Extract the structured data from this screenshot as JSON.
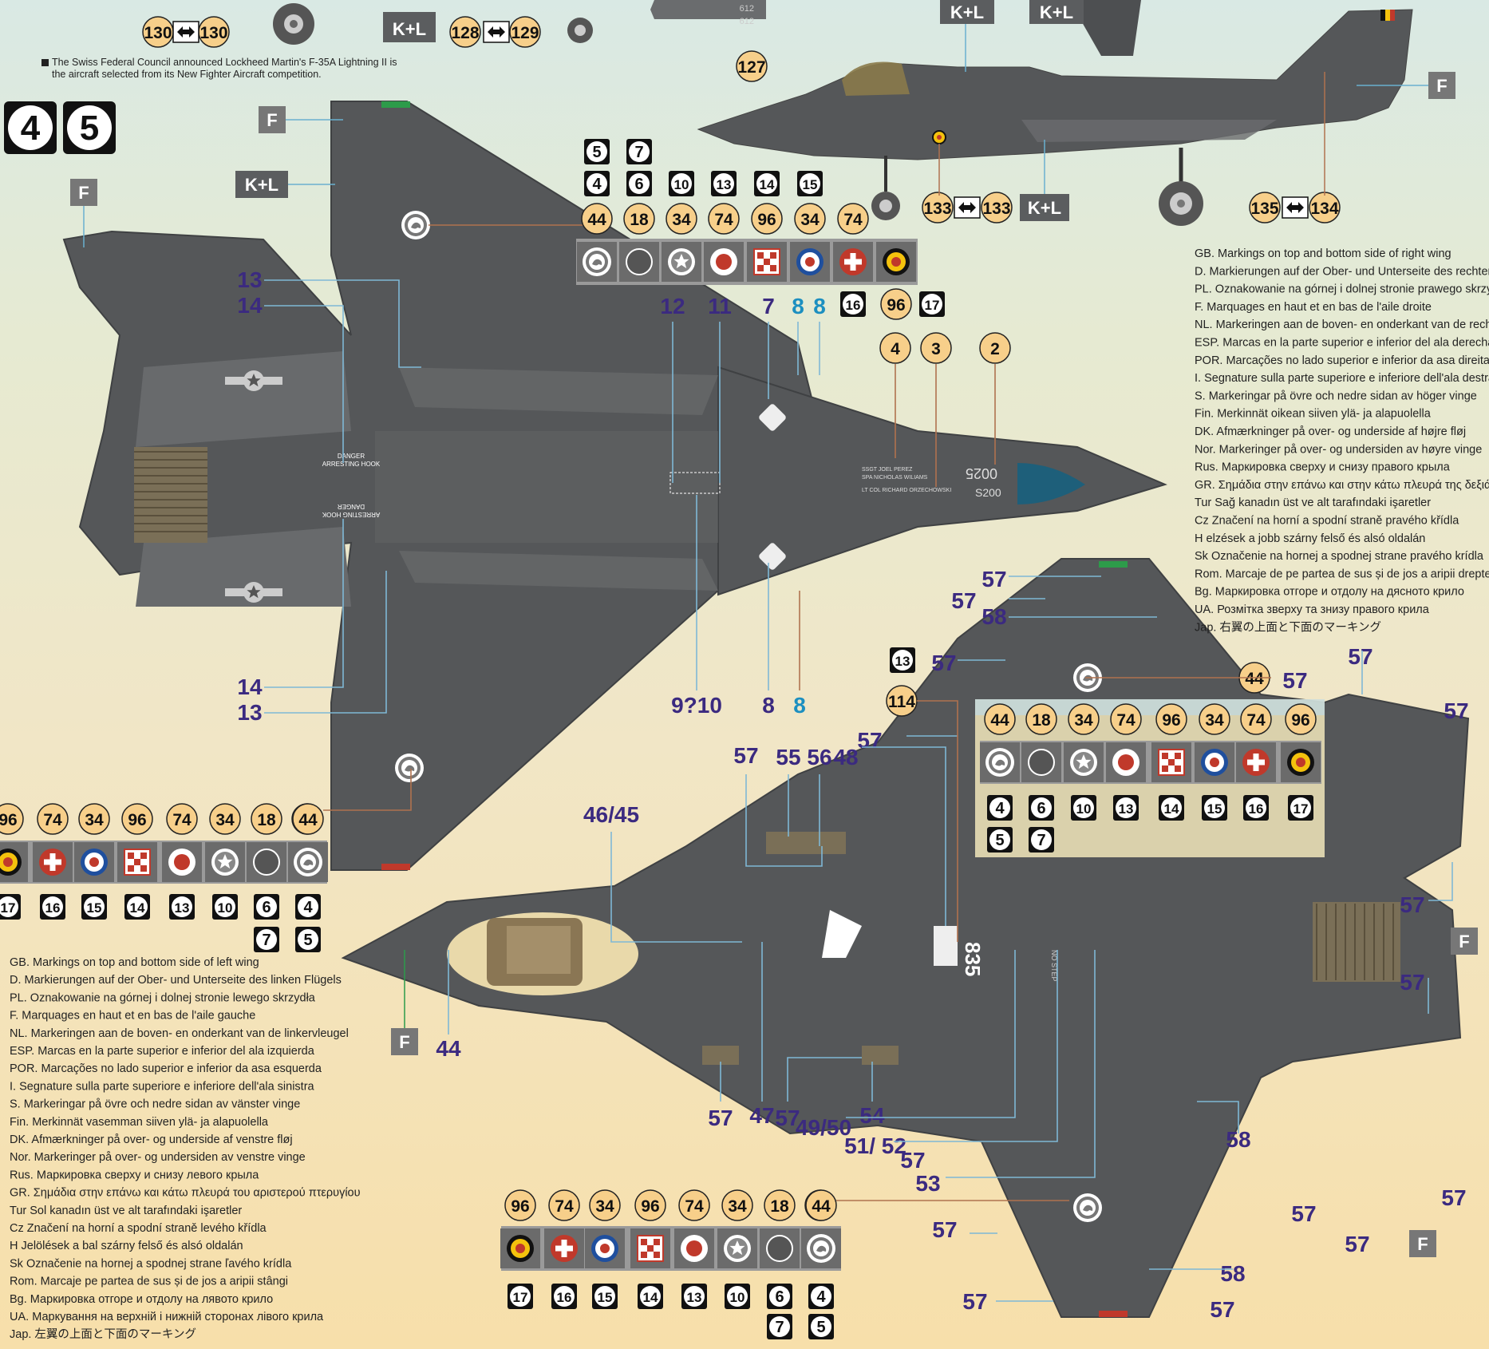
{
  "intro_note": "The Swiss Federal Council announced Lockheed Martin's F-35A Lightning II is the aircraft selected from its New Fighter Aircraft competition.",
  "big_numbers": [
    "4",
    "5"
  ],
  "paint_codes": {
    "f": "F",
    "kl": "K+L"
  },
  "colors": {
    "dark_grey": "#555759",
    "panel_grey": "#6a6c6e",
    "light_panel": "#8c8e90",
    "callout_purple": "#3b2a80",
    "callout_blue": "#1c8fc0",
    "decal_circle": "#f7cf8a",
    "line_blue": "#7fb8d6",
    "line_brown": "#b0724f"
  },
  "top_strip": {
    "labels": [
      "130",
      "130",
      "128",
      "129",
      "127",
      "133",
      "133",
      "135",
      "134",
      "612",
      "612"
    ]
  },
  "roundels": [
    "kangaroo-roundel",
    "empty-circle",
    "star-roundel",
    "red-roundel",
    "checker-roundel",
    "raf-roundel",
    "cross-roundel",
    "belgian-roundel"
  ],
  "top_decal_panel": {
    "top_codes": [
      "5",
      "7"
    ],
    "mid_codes": [
      "4",
      "6",
      "10",
      "13",
      "14",
      "15"
    ],
    "circle_codes": [
      "44",
      "18",
      "34",
      "74",
      "96",
      "34",
      "74"
    ],
    "bottom_codes": [
      "16",
      "96",
      "17"
    ]
  },
  "left_decal_panel": {
    "circle_codes": [
      "96",
      "74",
      "34",
      "96",
      "74",
      "34",
      "18",
      "44"
    ],
    "bottom_codes": [
      "17",
      "16",
      "15",
      "14",
      "13",
      "10",
      "6",
      "4"
    ],
    "extra_codes": [
      "7",
      "5"
    ]
  },
  "right_decal_panel": {
    "circle_codes": [
      "44",
      "18",
      "34",
      "74",
      "96",
      "34",
      "74",
      "96"
    ],
    "bottom_codes": [
      "4",
      "6",
      "10",
      "13",
      "14",
      "15",
      "16",
      "17"
    ],
    "extra_codes": [
      "5",
      "7"
    ]
  },
  "bottom_decal_panel": {
    "circle_codes": [
      "96",
      "74",
      "34",
      "96",
      "74",
      "34",
      "18",
      "44"
    ],
    "bottom_codes": [
      "17",
      "16",
      "15",
      "14",
      "13",
      "10",
      "6",
      "4"
    ],
    "extra_codes": [
      "7",
      "5"
    ]
  },
  "top_view_callouts": {
    "c13": "13",
    "c14": "14",
    "c12": "12",
    "c11": "11",
    "c7": "7",
    "c8": "8",
    "c4": "4",
    "c3": "3",
    "c2": "2",
    "c9_10": "9?10",
    "c44": "44"
  },
  "bottom_view_callouts": {
    "c57": "57",
    "c58": "58",
    "c114": "114",
    "c13": "13",
    "c44": "44",
    "c46_45": "46/45",
    "c55": "55",
    "c56": "56",
    "c48": "48",
    "c47": "47",
    "c54": "54",
    "c49_50": "49/50",
    "c51_52": "51/ 52",
    "c53": "53"
  },
  "stencils": {
    "danger": "DANGER",
    "arresting_hook": "ARRESTING HOOK",
    "no_step": "NO STEP",
    "serial": "0025",
    "serial_b": "S200",
    "tail_num": "835",
    "pilot1": "SSGT JOEL PEREZ",
    "pilot2": "SPA NICHOLAS WILIAMS",
    "pilot3": "LT COL RICHARD ORZECHOWSKI"
  },
  "right_wing_text": [
    "GB. Markings on top and bottom side of right wing",
    "D. Markierungen auf der Ober- und Unterseite des rechten Flügels",
    "PL. Oznakowanie na górnej i dolnej stronie prawego skrzydła",
    "F. Marquages en haut et en bas de l'aile droite",
    "NL. Markeringen aan de boven- en onderkant van de rechtervleugel",
    "ESP. Marcas en la parte superior e inferior del ala derecha",
    "POR. Marcações no lado superior e inferior da asa direita",
    "I.  Segnature sulla parte superiore e inferiore dell'ala destra",
    "S. Markeringar på övre och nedre sidan av höger vinge",
    "Fin. Merkinnät oikean siiven ylä- ja alapuolella",
    "DK. Afmærkninger på over- og underside af højre fløj",
    "Nor.  Markeringer på over- og undersiden av høyre vinge",
    "Rus. Маркировка сверху и снизу правого крыла",
    "GR. Σημάδια στην επάνω και στην κάτω πλευρά της δεξιάς πτέρυγας",
    "Tur Sağ kanadın üst ve alt tarafındaki işaretler",
    "Cz Značení na horní a spodní straně pravého křídla",
    "H elzések a jobb szárny felső és alsó oldalán",
    "Sk Označenie na hornej a spodnej strane pravého krídla",
    "Rom. Marcaje de pe partea de sus și de jos a aripii drepte",
    "Bg. Маркировка отгоре и отдолу на дясното крило",
    "UA. Розмітка зверху та знизу правого крила",
    "Jap. 右翼の上面と下面のマーキング"
  ],
  "left_wing_text": [
    "GB. Markings on top and bottom side of left wing",
    "D. Markierungen auf der Ober- und Unterseite des linken Flügels",
    "PL. Oznakowanie na górnej i dolnej stronie lewego skrzydła",
    "F. Marquages en haut et en bas de l'aile gauche",
    "NL. Markeringen aan de boven- en onderkant van de linkervleugel",
    "ESP. Marcas en la parte superior e inferior del ala izquierda",
    "POR. Marcações no lado superior e inferior da asa esquerda",
    "I.  Segnature sulla parte superiore e inferiore dell'ala sinistra",
    "S. Markeringar på övre och nedre sidan av vänster vinge",
    "Fin. Merkinnät vasemman siiven ylä- ja alapuolella",
    "DK. Afmærkninger på over- og underside af venstre fløj",
    "Nor.  Markeringer på over- og undersiden av venstre vinge",
    "Rus. Маркировка сверху и снизу левого крыла",
    "GR. Σημάδια στην επάνω και κάτω πλευρά του αριστερού πτερυγίου",
    "Tur Sol kanadın üst ve alt tarafındaki işaretler",
    "Cz Značení na horní a spodní straně levého křídla",
    "H Jelölések a bal szárny felső és alsó oldalán",
    "Sk Označenie na hornej a spodnej strane ľavého krídla",
    "Rom. Marcaje pe partea de sus și de jos a aripii stângi",
    "Bg. Маркировка отгоре и отдолу на лявото крило",
    "UA. Маркування на верхній і нижній сторонах лівого крила",
    "Jap. 左翼の上面と下面のマーキング"
  ]
}
